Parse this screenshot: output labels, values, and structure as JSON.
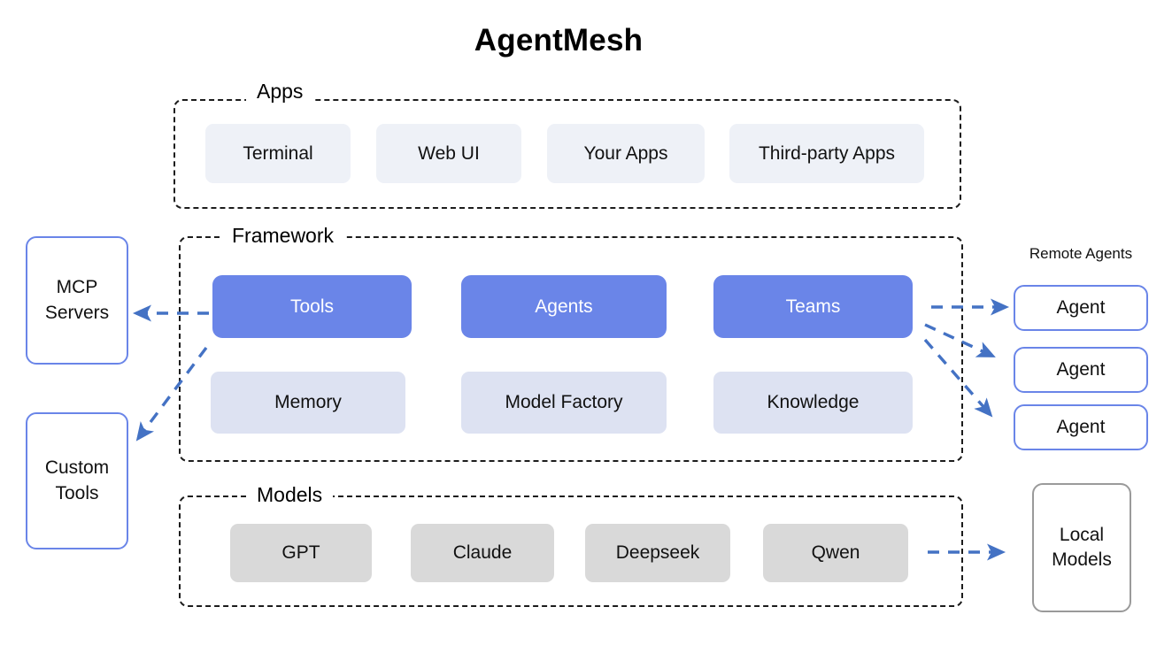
{
  "page": {
    "title": "AgentMesh",
    "background": "#ffffff"
  },
  "colors": {
    "primary_blue": "#6a85e8",
    "sub_lavender": "#dde2f2",
    "app_chip": "#eef1f7",
    "model_chip": "#d9d9d9",
    "arrow_blue": "#4472c4",
    "dashed_border": "#1c1c1c",
    "gray_border": "#9a9a9a"
  },
  "groups": {
    "apps": {
      "label": "Apps",
      "items": [
        {
          "label": "Terminal"
        },
        {
          "label": "Web UI"
        },
        {
          "label": "Your Apps"
        },
        {
          "label": "Third-party Apps"
        }
      ]
    },
    "framework": {
      "label": "Framework",
      "primary_items": [
        {
          "label": "Tools"
        },
        {
          "label": "Agents"
        },
        {
          "label": "Teams"
        }
      ],
      "secondary_items": [
        {
          "label": "Memory"
        },
        {
          "label": "Model Factory"
        },
        {
          "label": "Knowledge"
        }
      ]
    },
    "models": {
      "label": "Models",
      "items": [
        {
          "label": "GPT"
        },
        {
          "label": "Claude"
        },
        {
          "label": "Deepseek"
        },
        {
          "label": "Qwen"
        }
      ]
    }
  },
  "left_side": {
    "mcp_servers": {
      "line1": "MCP",
      "line2": "Servers"
    },
    "custom_tools": {
      "line1": "Custom",
      "line2": "Tools"
    }
  },
  "right_side": {
    "remote_agents_label": "Remote Agents",
    "agents": [
      {
        "label": "Agent"
      },
      {
        "label": "Agent"
      },
      {
        "label": "Agent"
      }
    ],
    "local_models": {
      "line1": "Local",
      "line2": "Models"
    }
  }
}
